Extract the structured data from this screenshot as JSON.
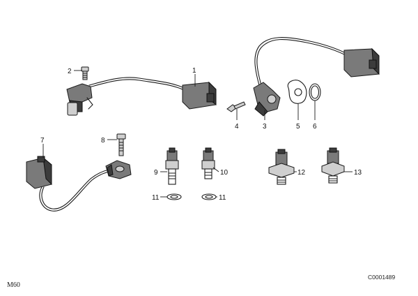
{
  "model_label": "M60",
  "drawing_number": "C0001489",
  "callouts": [
    "1",
    "2",
    "3",
    "4",
    "5",
    "6",
    "7",
    "8",
    "9",
    "10",
    "11",
    "12",
    "13",
    "11"
  ]
}
